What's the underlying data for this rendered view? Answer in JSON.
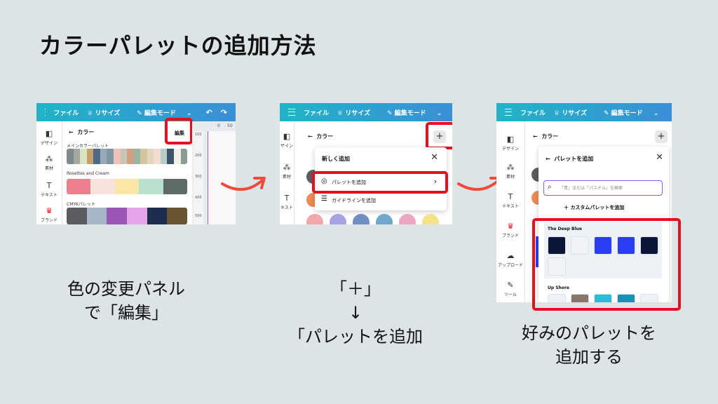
{
  "page_title": "カラーパレットの追加方法",
  "colors": {
    "red_box": "#e4101d",
    "arrow": "#f04a3c",
    "background": "#dde4e5"
  },
  "topbar": {
    "file": "ファイル",
    "resize": "リサイズ",
    "edit_mode": "編集モード"
  },
  "panel1": {
    "color_header": "カラー",
    "edit_button": "編集",
    "main_palette_label": "メインカラーパレット",
    "main_palette": [
      "#7f8a8c",
      "#a7a9a0",
      "#d8e4c3",
      "#c9a06a",
      "#4c6a84",
      "#9aa8b9",
      "#7f96a6",
      "#f0c2b6",
      "#c8c4b8",
      "#d0a083",
      "#96b5a3",
      "#d3c69d",
      "#e6d6c1",
      "#f5dcd2",
      "#b6cfc6",
      "#3d5468",
      "#f2eee5",
      "#8a9c95"
    ],
    "rosettes_label": "Rosettes and Cream",
    "rosettes": [
      "#ef7f8d",
      "#f7e3dc",
      "#fbe6a7",
      "#b8e0cc",
      "#5e6a66"
    ],
    "cmyk_label": "CMYKパレット",
    "cmyk": [
      "#5a5c61",
      "#a9b6c7",
      "#9a57b6",
      "#e6a3e6",
      "#1c2d4f",
      "#6a5330"
    ],
    "rail": [
      "デザイン",
      "素材",
      "テキスト",
      "ブランド"
    ],
    "ruler": [
      "0",
      "50",
      "100",
      "200",
      "300",
      "400",
      "500"
    ]
  },
  "panel2": {
    "color_header": "カラー",
    "plus_label": "+",
    "menu_title": "新しく追加",
    "add_palette": "パレットを追加",
    "add_guideline": "ガイドラインを追加",
    "rail": [
      "ザイン",
      "素材",
      "キスト"
    ],
    "circles": [
      "#f5a6a8",
      "#a7a2e3",
      "#6f8fc2",
      "#6fa8c9",
      "#eaa6c2",
      "#f3e28a"
    ]
  },
  "panel3": {
    "color_header": "カラー",
    "plus_label": "+",
    "dialog_title": "パレットを追加",
    "search_placeholder": "「青」または「パステル」を検索",
    "custom_palette": "カスタムパレットを追加",
    "deep_blue_label": "The Deep Blue",
    "deep_blue": [
      "#0c1538",
      "#f1f3f8",
      "#2b3ef5",
      "#2b3ef5",
      "#0c1538",
      "#f1f3f8"
    ],
    "up_shore_label": "Up Shore",
    "up_shore": [
      "#eef2f6",
      "#8a756a",
      "#23c1d6",
      "#1c8fb4",
      "#eef2f6"
    ],
    "rail": [
      "デザイン",
      "素材",
      "テキスト",
      "ブランド",
      "アップロード",
      "ツール"
    ]
  },
  "captions": {
    "step1": [
      "色の変更パネル",
      "で「編集」"
    ],
    "step2": [
      "「＋」",
      "↓",
      "「パレットを追加"
    ],
    "step3": [
      "好みのパレットを",
      "追加する"
    ]
  }
}
